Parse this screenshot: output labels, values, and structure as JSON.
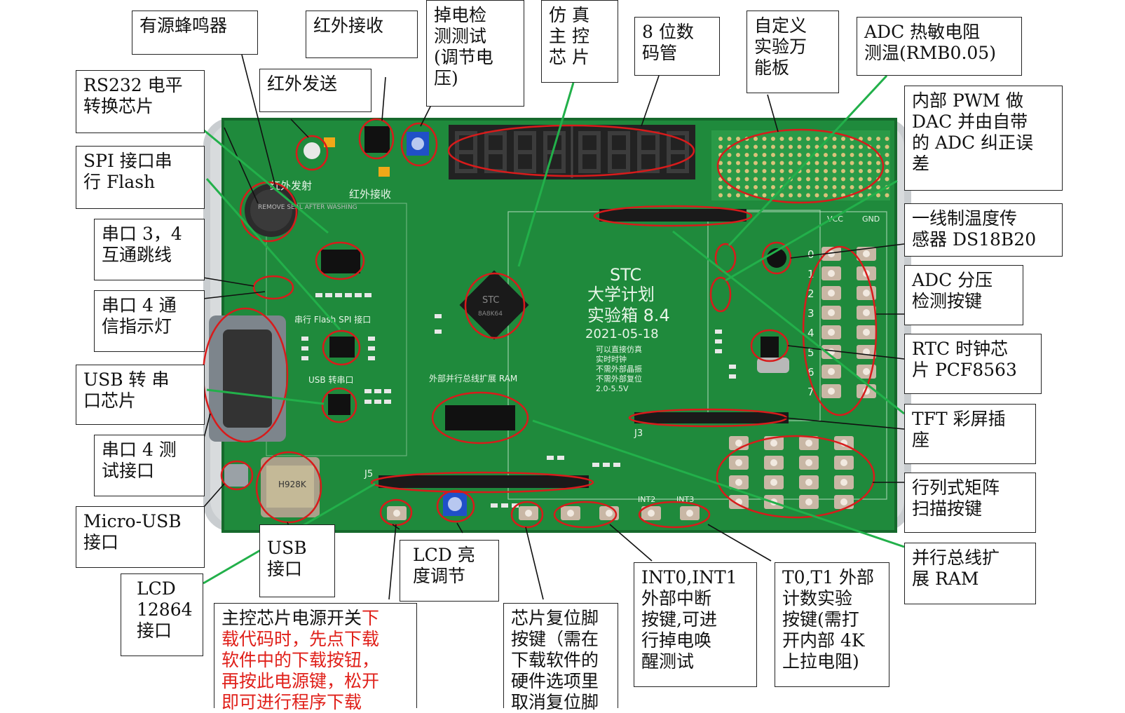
{
  "colors": {
    "pcb": "#1f8a3c",
    "pcb_dark": "#16692c",
    "callout": "#d81b1b",
    "pointer": "#22b04a",
    "box_border": "#222222",
    "red_text": "#e0201a"
  },
  "board": {
    "brand": "STC",
    "title_line1": "大学计划",
    "title_line2": "实验箱 8.4",
    "date": "2021-05-18",
    "notes": [
      "可以直接仿真",
      "实时时钟",
      "不需外部晶振",
      "不需外部复位",
      "2.0-5.5V"
    ],
    "silk_ir_send": "红外发射",
    "silk_ir_recv": "红外接收",
    "silk_flash": "串行 Flash SPI 接口",
    "silk_usb": "USB 转串口",
    "silk_ram": "外部并行总线扩展 RAM",
    "silk_usb_conn": "H928K",
    "silk_j3": "J3",
    "silk_j5": "J5",
    "silk_vcc": "VCC",
    "silk_gnd": "GND",
    "silk_int2": "INT2",
    "silk_int3": "INT3",
    "chip_main": "STC",
    "chip_model": "8A8K64",
    "buzzer_text": "REMOVE SEAL AFTER WASHING",
    "key_rows": [
      "0",
      "1",
      "2",
      "3",
      "4",
      "5",
      "6",
      "7"
    ]
  },
  "labels": {
    "buzzer": "有源蜂鸣器",
    "ir_recv": "红外接收",
    "power_loss": [
      "掉电检",
      "测测试",
      "(调节电",
      "压)"
    ],
    "sim_chip": [
      "仿 真",
      "主 控",
      "芯 片"
    ],
    "seg8": [
      "8 位数",
      "码管"
    ],
    "custom_board": [
      "自定义",
      "实验万",
      "能板"
    ],
    "adc_thermistor": [
      "ADC 热敏电阻",
      "测温(RMB0.05)"
    ],
    "rs232": [
      "RS232 电平",
      "转换芯片"
    ],
    "ir_send": "红外发送",
    "pwm_dac": [
      "内部 PWM 做",
      "DAC 并由自带",
      "的 ADC 纠正误",
      "差"
    ],
    "spi_flash": [
      "SPI 接口串",
      "行 Flash"
    ],
    "ds18b20": [
      "一线制温度传",
      "感器 DS18B20"
    ],
    "uart34_jumper": [
      "串口 3，4",
      "互通跳线"
    ],
    "adc_keys": [
      "ADC 分压",
      "检测按键"
    ],
    "uart4_led": [
      "串口 4 通",
      "信指示灯"
    ],
    "rtc": [
      "RTC 时钟芯",
      "片 PCF8563"
    ],
    "usb_uart": [
      "USB 转 串",
      "口芯片"
    ],
    "tft": [
      "TFT 彩屏插",
      "座"
    ],
    "uart4_test": [
      "串口 4 测",
      "试接口"
    ],
    "matrix_keys": [
      "行列式矩阵",
      "扫描按键"
    ],
    "micro_usb": [
      "Micro-USB",
      "接口"
    ],
    "usb_port": [
      "USB",
      "接口"
    ],
    "parallel_ram": [
      "并行总线扩",
      "展 RAM"
    ],
    "lcd12864": [
      "LCD",
      "12864",
      "接口"
    ],
    "lcd_bright": [
      "LCD 亮",
      "度调节"
    ],
    "int01": [
      "INT0,INT1",
      "外部中断",
      "按键,可进",
      "行掉电唤",
      "醒测试"
    ],
    "t01": [
      "T0,T1 外部",
      "计数实验",
      "按键(需打",
      "开内部 4K",
      "上拉电阻)"
    ],
    "power_switch_black": "主控芯片电源开关",
    "power_switch_red": [
      "下",
      "载代码时，先点下载",
      "软件中的下载按钮，",
      "再按此电源键，松开",
      "即可进行程序下载"
    ],
    "reset_key": [
      "芯片复位脚",
      "按键（需在",
      "下载软件的",
      "硬件选项里",
      "取消复位脚"
    ]
  }
}
